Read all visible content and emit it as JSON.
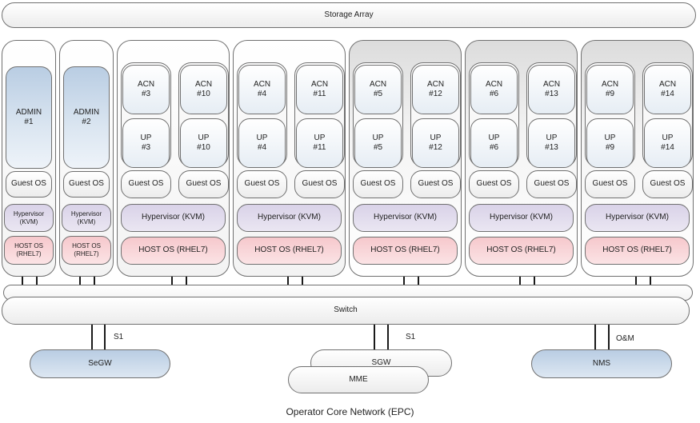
{
  "storage": {
    "label": "Storage Array"
  },
  "switch": {
    "label": "Switch"
  },
  "caption": "Operator Core Network (EPC)",
  "admin_servers": [
    {
      "app": "ADMIN\n#1",
      "guest": "Guest OS",
      "hyp": "Hypervisor\n(KVM)",
      "host": "HOST OS\n(RHEL7)"
    },
    {
      "app": "ADMIN\n#2",
      "guest": "Guest OS",
      "hyp": "Hypervisor\n(KVM)",
      "host": "HOST OS\n(RHEL7)"
    }
  ],
  "app_servers": [
    {
      "shade": "white",
      "vms": [
        {
          "acn": "ACN\n#3",
          "up": "UP\n#3",
          "guest": "Guest OS"
        },
        {
          "acn": "ACN\n#10",
          "up": "UP\n#10",
          "guest": "Guest OS"
        }
      ],
      "hyp": "Hypervisor (KVM)",
      "host": "HOST OS (RHEL7)"
    },
    {
      "shade": "white",
      "vms": [
        {
          "acn": "ACN\n#4",
          "up": "UP\n#4",
          "guest": "Guest OS"
        },
        {
          "acn": "ACN\n#11",
          "up": "UP\n#11",
          "guest": "Guest OS"
        }
      ],
      "hyp": "Hypervisor (KVM)",
      "host": "HOST OS (RHEL7)"
    },
    {
      "shade": "gray",
      "vms": [
        {
          "acn": "ACN\n#5",
          "up": "UP\n#5",
          "guest": "Guest OS"
        },
        {
          "acn": "ACN\n#12",
          "up": "UP\n#12",
          "guest": "Guest OS"
        }
      ],
      "hyp": "Hypervisor (KVM)",
      "host": "HOST OS (RHEL7)"
    },
    {
      "shade": "gray",
      "vms": [
        {
          "acn": "ACN\n#6",
          "up": "UP\n#6",
          "guest": "Guest OS"
        },
        {
          "acn": "ACN\n#13",
          "up": "UP\n#13",
          "guest": "Guest OS"
        }
      ],
      "hyp": "Hypervisor (KVM)",
      "host": "HOST OS (RHEL7)"
    },
    {
      "shade": "gray",
      "vms": [
        {
          "acn": "ACN\n#9",
          "up": "UP\n#9",
          "guest": "Guest OS"
        },
        {
          "acn": "ACN\n#14",
          "up": "UP\n#14",
          "guest": "Guest OS"
        }
      ],
      "hyp": "Hypervisor (KVM)",
      "host": "HOST OS (RHEL7)"
    }
  ],
  "network": {
    "segw": "SeGW",
    "sgw": "SGW",
    "mme": "MME",
    "nms": "NMS",
    "s1_left": "S1",
    "s1_mid": "S1",
    "om": "O&M"
  }
}
